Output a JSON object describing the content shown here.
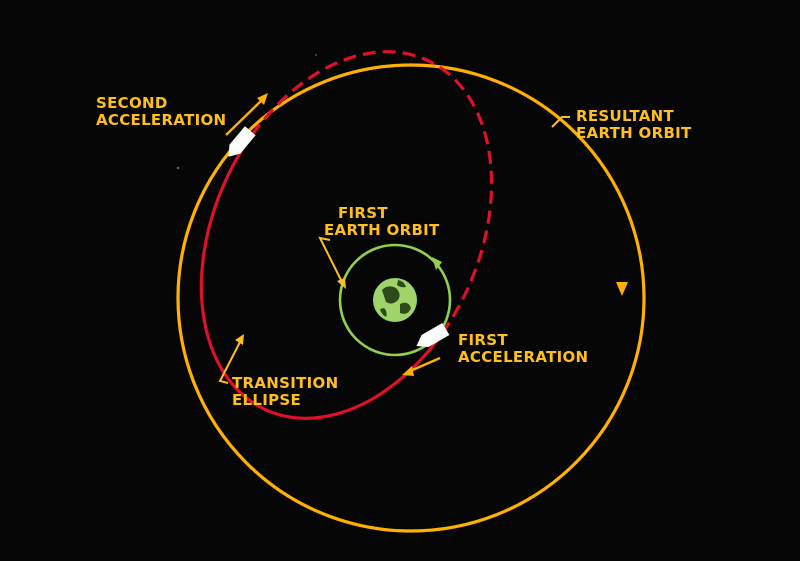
{
  "labels": {
    "second_acceleration": [
      "SECOND",
      "ACCELERATION"
    ],
    "resultant_earth_orbit": [
      "RESULTANT",
      "EARTH ORBIT"
    ],
    "first_earth_orbit": [
      "FIRST",
      "EARTH ORBIT"
    ],
    "first_acceleration": [
      "FIRST",
      "ACCELERATION"
    ],
    "transition_ellipse": [
      "TRANSITION",
      "ELLIPSE"
    ]
  },
  "colors": {
    "background": "#060606",
    "resultant_orbit": "#ffb000",
    "transition_ellipse": "#e0102a",
    "first_orbit": "#8fd14f",
    "earth": "#9fd46a",
    "spacecraft": "#ffffff",
    "label_text": "#ffbf1f"
  },
  "icons": {
    "earth": "earth-globe-icon",
    "spacecraft_first": "spacecraft-icon",
    "spacecraft_second": "spacecraft-icon"
  }
}
